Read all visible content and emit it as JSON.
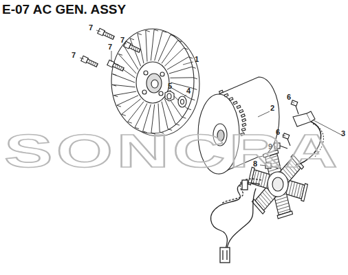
{
  "diagram": {
    "title": "E-07 AC GEN. ASSY",
    "labels": [
      "7",
      "7",
      "7",
      "7",
      "1",
      "5",
      "4",
      "2",
      "6",
      "6",
      "3",
      "9",
      "8",
      "SONCRA"
    ]
  }
}
